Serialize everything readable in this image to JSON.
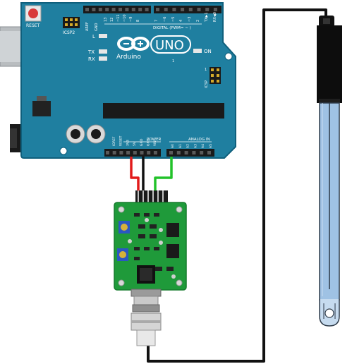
{
  "board": {
    "reset_label": "RESET",
    "icsp2_label": "ICSP2",
    "icsp_label": "ICSP",
    "aref_label": "AREF",
    "gnd_label": "GND",
    "digital_pins": [
      "13",
      "12",
      "~11",
      "~10",
      "~9",
      "8",
      "7",
      "~6",
      "~5",
      "4",
      "~3",
      "2",
      "TX▶1",
      "RX◀0"
    ],
    "digital_label": "DIGITAL (PWM= ~ )",
    "l_label": "L",
    "tx_label": "TX",
    "rx_label": "RX",
    "on_label": "ON",
    "brand_label": "Arduino",
    "model_label": "UNO",
    "one_label": "1",
    "power_label": "POWER",
    "analog_label": "ANALOG IN",
    "power_pins": [
      "IOREF",
      "RESET",
      "3V3",
      "5V",
      "GND",
      "GND",
      "VIN"
    ],
    "analog_pins": [
      "A0",
      "A1",
      "A2",
      "A3",
      "A4",
      "A5"
    ]
  },
  "colors": {
    "board_teal": "#1f7fa0",
    "board_edge": "#0f5f7c",
    "module_green": "#1f9a3a",
    "wire_red": "#e21b1b",
    "wire_black": "#111111",
    "wire_green": "#22c22a",
    "probe_blue": "#9fc2e4"
  }
}
